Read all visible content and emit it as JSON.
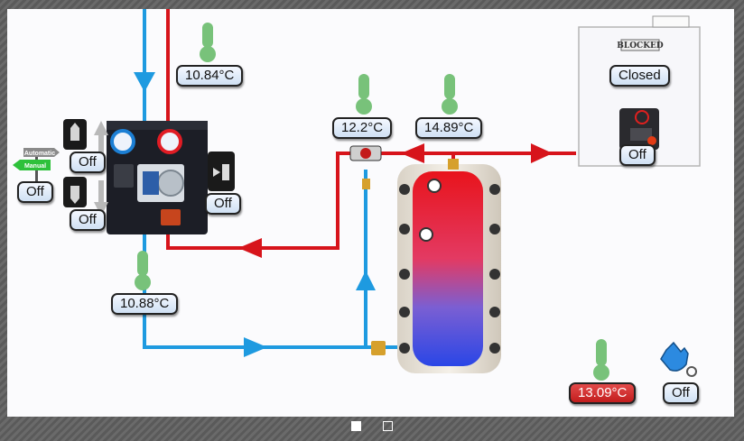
{
  "sensors": {
    "supply_temp": "10.84°C",
    "return_temp": "10.88°C",
    "valve_temp": "12.2°C",
    "tank_top_temp": "14.89°C",
    "outdoor_temp": "13.09°C"
  },
  "controls": {
    "mode_automatic": "Automatic",
    "mode_manual": "Manual",
    "mode_state": "Off",
    "pump_up_state": "Off",
    "pump_down_state": "Off",
    "circulation_pump_state": "Off",
    "boiler_state": "Off",
    "manual_override_state": "Off"
  },
  "boiler": {
    "status_tag": "BLOCKED",
    "door_state": "Closed"
  },
  "pager": {
    "current": 1,
    "total": 2
  },
  "colors": {
    "hot": "#d7141b",
    "cold": "#1e9ae0",
    "alarm": "#c8232b",
    "gauge": "#78c27a"
  }
}
